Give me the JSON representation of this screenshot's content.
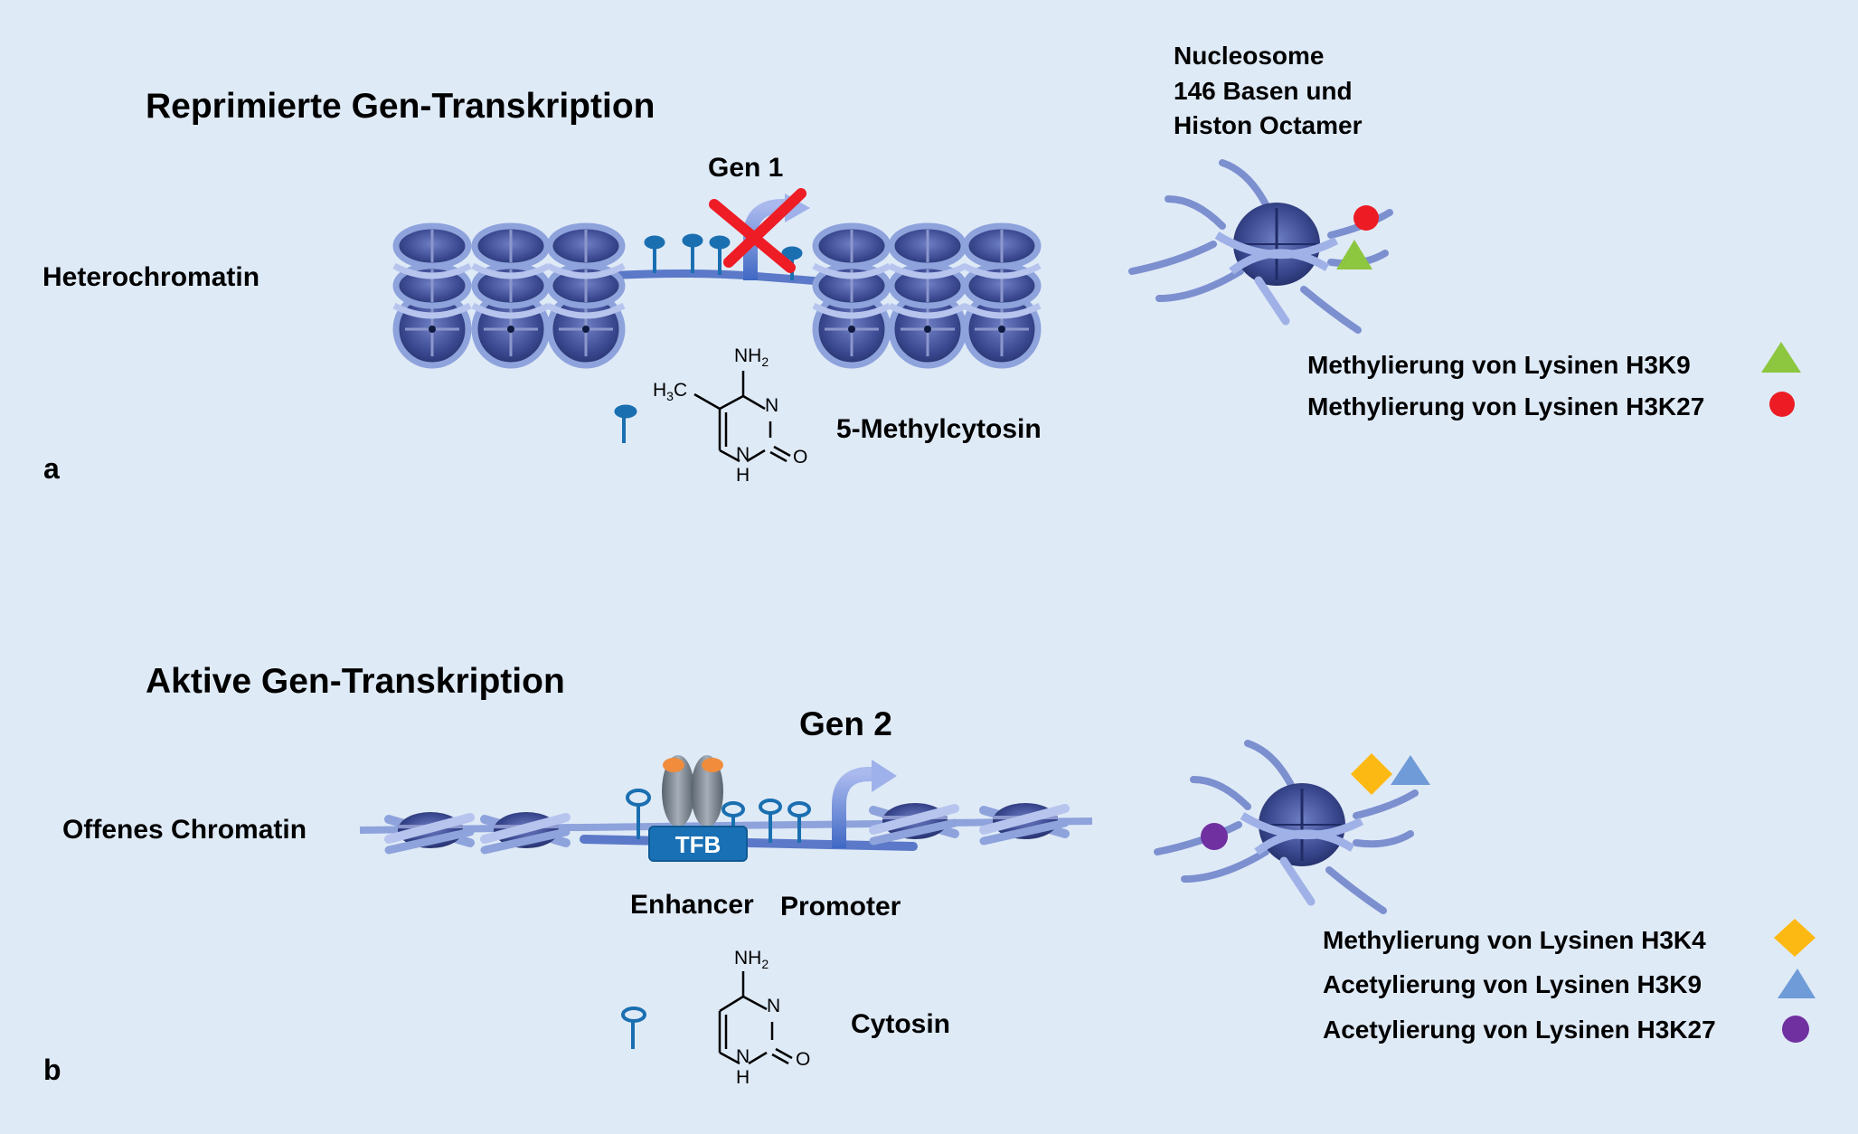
{
  "panel_a": {
    "letter": "a",
    "title": "Reprimierte Gen-Transkription",
    "chromatin_label": "Heterochromatin",
    "gene_label": "Gen 1",
    "molecule": {
      "name": "5-Methylcytosin",
      "atoms": {
        "amine": "NH",
        "amine_sub": "2",
        "methyl_h": "H",
        "methyl_sub": "3",
        "methyl_c": "C",
        "n_ring": "N",
        "nh_n": "N",
        "nh_h": "H",
        "oxygen": "O"
      }
    },
    "nucleosome_caption": [
      "Nucleosome",
      "146 Basen und",
      "Histon Octamer"
    ],
    "legend": [
      {
        "label": "Methylierung von Lysinen H3K9",
        "shape": "triangle",
        "color": "#8dc63f"
      },
      {
        "label": "Methylierung von Lysinen H3K27",
        "shape": "circle",
        "color": "#ed1c24"
      }
    ]
  },
  "panel_b": {
    "letter": "b",
    "title": "Aktive Gen-Transkription",
    "chromatin_label": "Offenes Chromatin",
    "gene_label": "Gen 2",
    "factor_label": "TFB",
    "enhancer_label": "Enhancer",
    "promoter_label": "Promoter",
    "molecule": {
      "name": "Cytosin",
      "atoms": {
        "amine": "NH",
        "amine_sub": "2",
        "n_ring": "N",
        "nh_n": "N",
        "nh_h": "H",
        "oxygen": "O"
      }
    },
    "legend": [
      {
        "label": "Methylierung von Lysinen H3K4",
        "shape": "diamond",
        "color": "#fdb913"
      },
      {
        "label": "Acetylierung von Lysinen H3K9",
        "shape": "triangle",
        "color": "#6f9bd8"
      },
      {
        "label": "Acetylierung von Lysinen H3K27",
        "shape": "circle",
        "color": "#7030a0"
      }
    ]
  },
  "colors": {
    "background": "#dfeaf7",
    "dna": "#5b79c8",
    "dna_light": "#8ea3dc",
    "histone": "#3c4a8f",
    "pin": "#1a6fb0",
    "arrow": "#4c78d0",
    "cross": "#ee1c25",
    "tfb": "#1970b5",
    "polymerase": "#7d8893",
    "polymerase_cap": "#f08c3c"
  }
}
